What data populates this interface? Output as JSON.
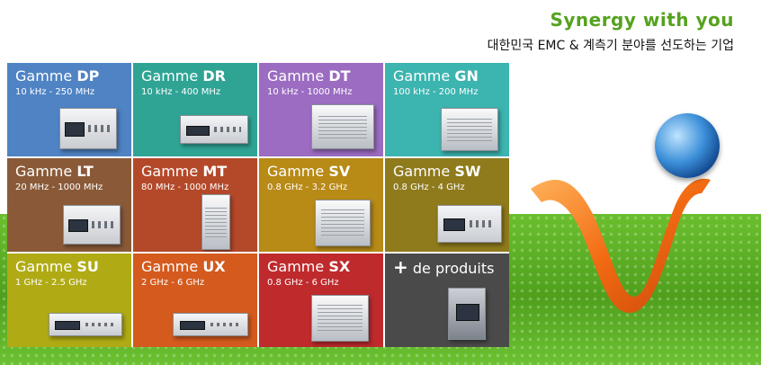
{
  "header": {
    "slogan": "Synergy with you",
    "subtitle": "대한민국 EMC & 계측기 분야를 선도하는 기업"
  },
  "colors": {
    "dp": "#4f83c4",
    "dr": "#2fa495",
    "dt": "#9b6cc1",
    "gn": "#3cb4b0",
    "lt": "#8a5a38",
    "mt": "#b4492a",
    "sv": "#b88a16",
    "sw": "#8f7a1c",
    "su": "#b0ab14",
    "ux": "#d45a1e",
    "sx": "#bf2a2c",
    "more": "#4a4a4a",
    "slogan": "#55a21f"
  },
  "tiles": [
    {
      "prefix": "Gamme ",
      "code": "DP",
      "range": "10 kHz - 250 MHz"
    },
    {
      "prefix": "Gamme ",
      "code": "DR",
      "range": "10 kHz - 400 MHz"
    },
    {
      "prefix": "Gamme ",
      "code": "DT",
      "range": "10 kHz - 1000 MHz"
    },
    {
      "prefix": "Gamme ",
      "code": "GN",
      "range": "100 kHz - 200 MHz"
    },
    {
      "prefix": "Gamme ",
      "code": "LT",
      "range": "20 MHz - 1000 MHz"
    },
    {
      "prefix": "Gamme ",
      "code": "MT",
      "range": "80 MHz - 1000 MHz"
    },
    {
      "prefix": "Gamme ",
      "code": "SV",
      "range": "0.8 GHz - 3.2 GHz"
    },
    {
      "prefix": "Gamme ",
      "code": "SW",
      "range": "0.8 GHz - 4 GHz"
    },
    {
      "prefix": "Gamme ",
      "code": "SU",
      "range": "1 GHz - 2.5 GHz"
    },
    {
      "prefix": "Gamme ",
      "code": "UX",
      "range": "2 GHz - 6 GHz"
    },
    {
      "prefix": "Gamme ",
      "code": "SX",
      "range": "0.8 GHz - 6 GHz"
    }
  ],
  "more": {
    "plus": "+",
    "label": " de produits"
  }
}
